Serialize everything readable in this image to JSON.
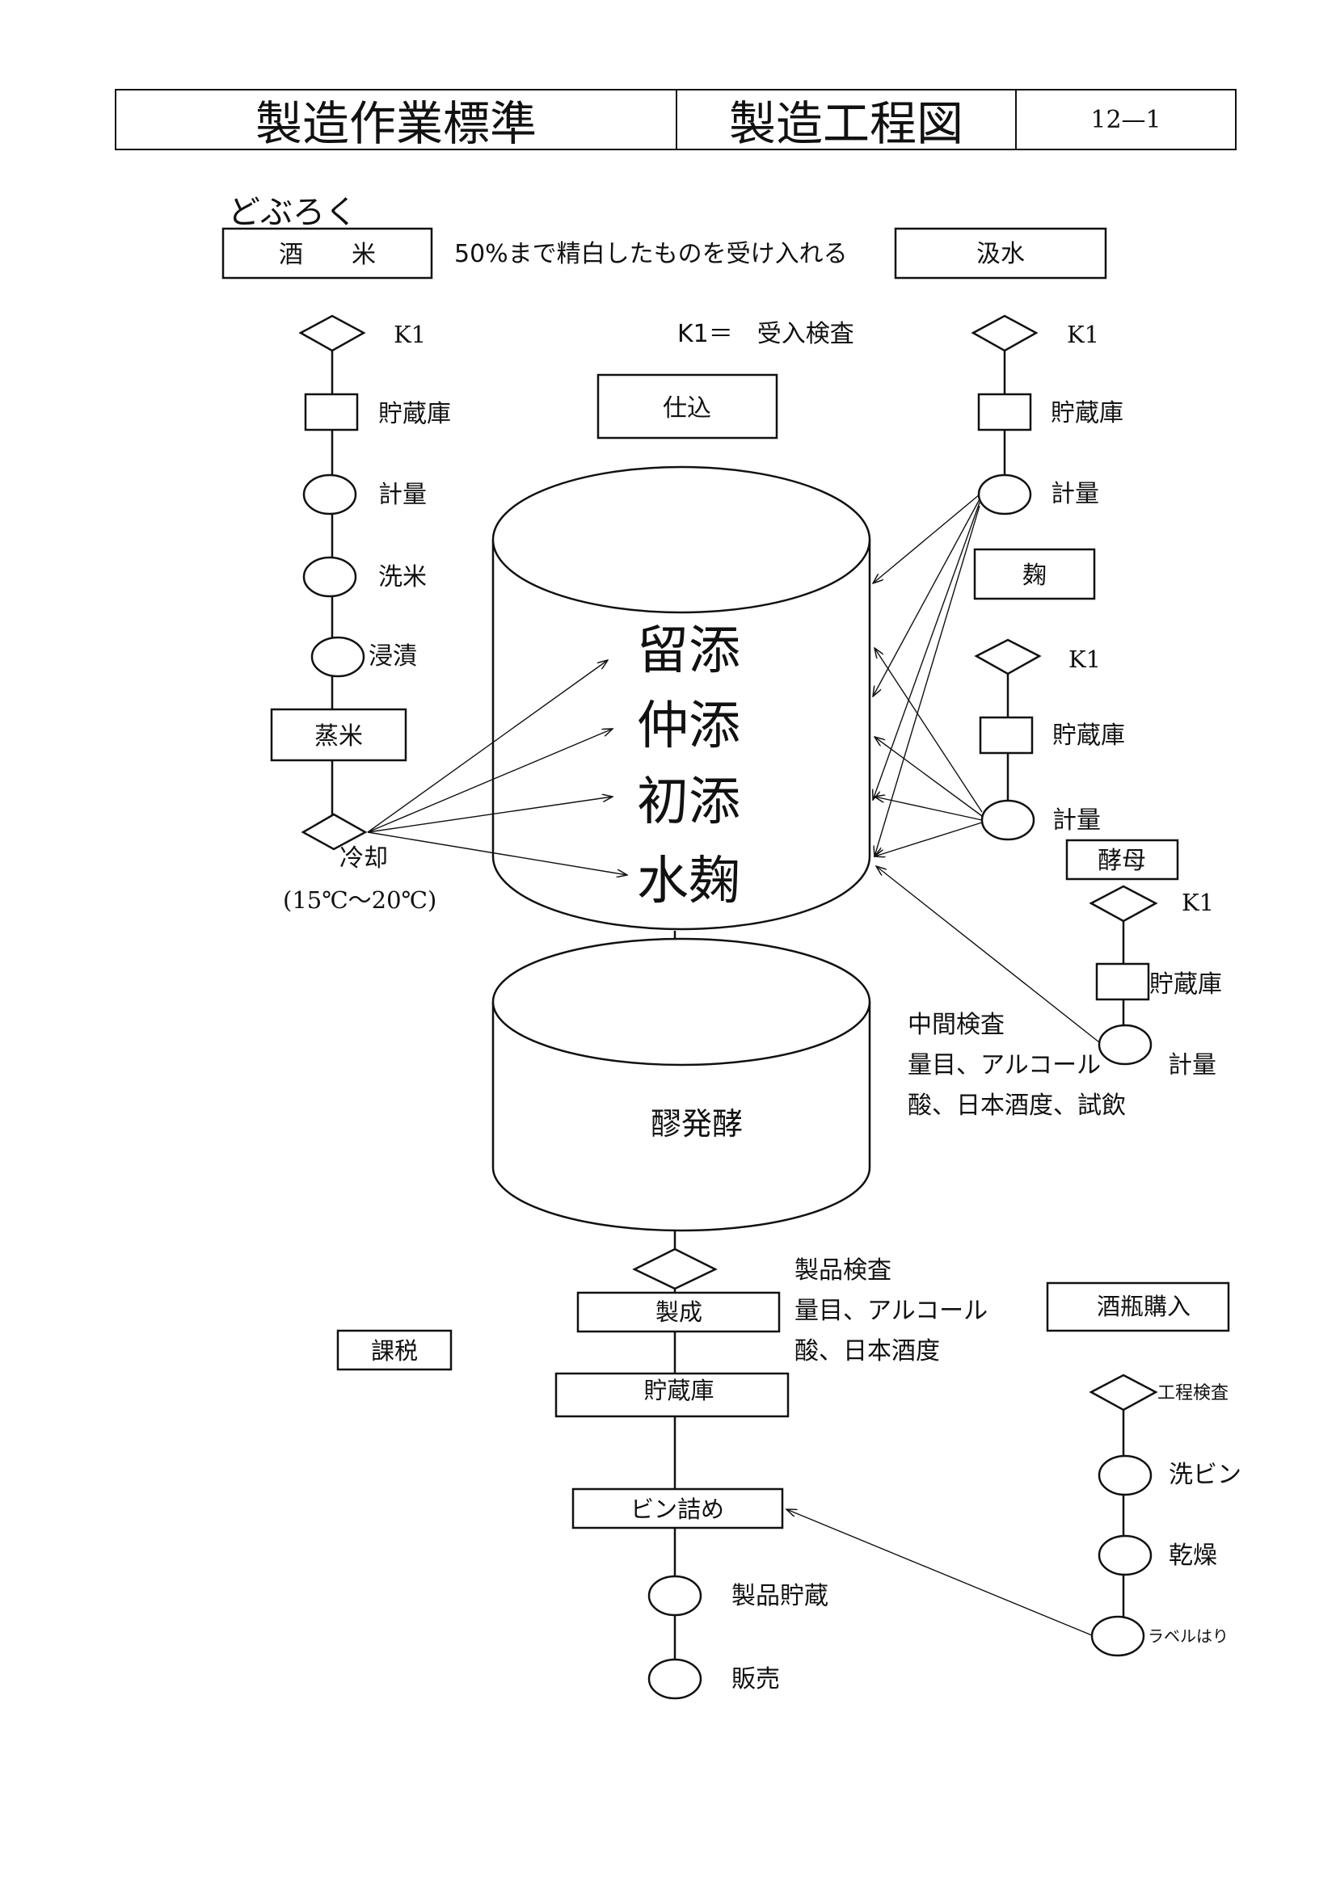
{
  "header": {
    "title": "製造作業標準",
    "subtitle": "製造工程図",
    "doc_no": "12—1"
  },
  "product_name": "どぶろく",
  "rice": {
    "box": "酒　　米",
    "note": "50%まで精白したものを受け入れる",
    "k1": "K1",
    "storage": "貯蔵庫",
    "weigh": "計量",
    "wash": "洗米",
    "soak": "浸漬",
    "steam": "蒸米",
    "cool": "冷却",
    "cool_temp": "(15℃～20℃)"
  },
  "water": {
    "box": "汲水",
    "k1": "K1",
    "storage": "貯蔵庫",
    "weigh": "計量"
  },
  "k1_legend": "K1＝　受入検査",
  "brewing": {
    "box": "仕込",
    "stages": [
      "留添",
      "仲添",
      "初添",
      "水麹"
    ]
  },
  "koji": {
    "box": "麹",
    "k1": "K1",
    "storage": "貯蔵庫",
    "weigh": "計量"
  },
  "yeast": {
    "box": "酵母",
    "k1": "K1",
    "storage": "貯蔵庫",
    "weigh": "計量"
  },
  "fermentation": {
    "label": "醪発酵",
    "inspection": [
      "中間検査",
      "量目、アルコール",
      "酸、日本酒度、試飲"
    ]
  },
  "product_inspection": [
    "製品検査",
    "量目、アルコール",
    "酸、日本酒度"
  ],
  "finishing": {
    "make": "製成",
    "storage": "貯蔵庫",
    "bottling": "ビン詰め",
    "product_storage": "製品貯蔵",
    "sales": "販売"
  },
  "tax": "課税",
  "bottles": {
    "box": "酒瓶購入",
    "check": "工程検査",
    "wash": "洗ビン",
    "dry": "乾燥",
    "label": "ラベルはり"
  }
}
